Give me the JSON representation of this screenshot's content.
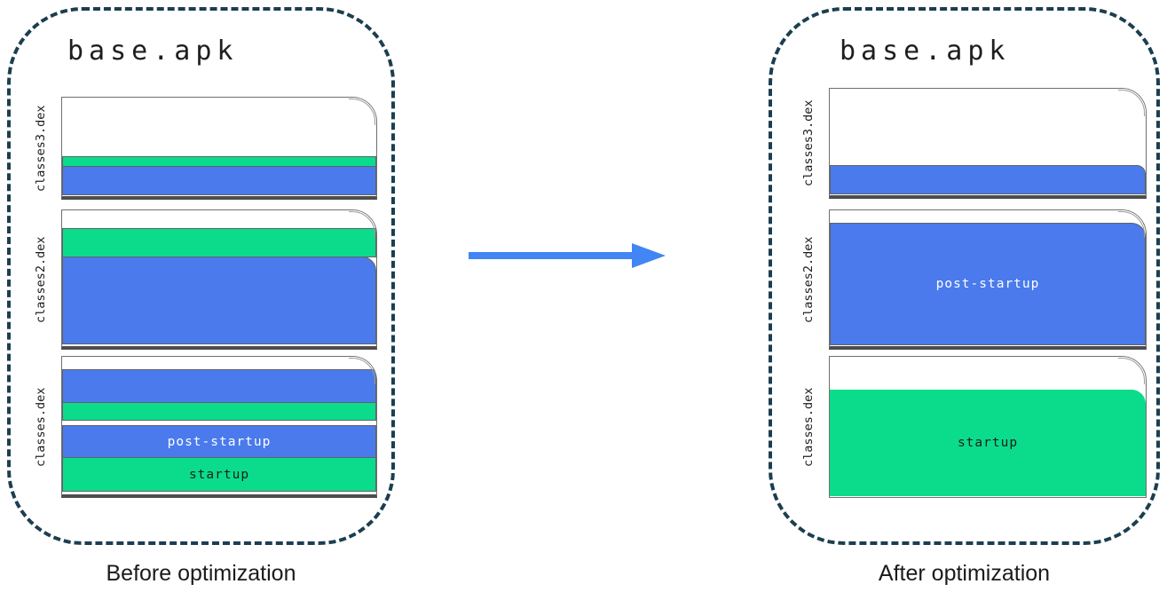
{
  "colors": {
    "blue": "#4A7AEC",
    "green": "#0BDC8C",
    "white": "#FFFFFF",
    "dashed_border": "#1C3E50",
    "file_border": "#6F6F6F",
    "band_border": "#5F6368",
    "arrow": "#4285F4",
    "label_on_blue": "#FFFFFF",
    "label_on_green": "#15201A"
  },
  "panels": [
    {
      "id": "before",
      "title": "base.apk",
      "caption": "Before optimization",
      "files": [
        {
          "label": "classes3.dex",
          "bands": [
            {
              "color": "white",
              "h": 66
            },
            {
              "color": "green",
              "h": 12
            },
            {
              "color": "blue",
              "h": 33
            }
          ]
        },
        {
          "label": "classes2.dex",
          "bands": [
            {
              "color": "white",
              "h": 20
            },
            {
              "color": "green",
              "h": 33
            },
            {
              "color": "blue",
              "h": 99,
              "tr": 16
            }
          ]
        },
        {
          "label": "classes.dex",
          "bands": [
            {
              "color": "white",
              "h": 14
            },
            {
              "color": "blue",
              "h": 38
            },
            {
              "color": "green",
              "h": 21
            },
            {
              "color": "white",
              "h": 5
            },
            {
              "color": "blue",
              "h": 37,
              "label": "post-startup",
              "label_color": "#FFFFFF"
            },
            {
              "color": "green",
              "h": 39,
              "label": "startup",
              "label_color": "#15201A"
            }
          ]
        }
      ]
    },
    {
      "id": "after",
      "title": "base.apk",
      "caption": "After optimization",
      "files": [
        {
          "label": "classes3.dex",
          "bands": [
            {
              "color": "white",
              "h": 86
            },
            {
              "color": "blue",
              "h": 33,
              "tr": 10
            }
          ]
        },
        {
          "label": "classes2.dex",
          "bands": [
            {
              "color": "white",
              "h": 14
            },
            {
              "color": "blue",
              "h": 138,
              "tr": 16,
              "label": "post-startup",
              "label_color": "#FFFFFF"
            }
          ]
        },
        {
          "label": "classes.dex",
          "bands": [
            {
              "color": "white",
              "h": 37
            },
            {
              "color": "green",
              "h": 120,
              "tr": 16,
              "label": "startup",
              "label_color": "#15201A",
              "borderless": true
            }
          ]
        }
      ]
    }
  ],
  "arrow": {
    "name": "optimization-arrow"
  }
}
